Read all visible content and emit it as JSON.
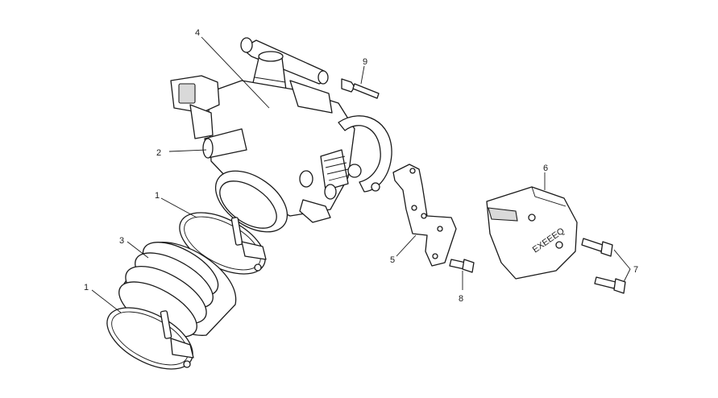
{
  "callouts": {
    "c1a": "1",
    "c1b": "1",
    "c2": "2",
    "c3": "3",
    "c4": "4",
    "c5": "5",
    "c6": "6",
    "c7": "7",
    "c8": "8",
    "c9": "9"
  },
  "cover_text": "EXEEEQ"
}
